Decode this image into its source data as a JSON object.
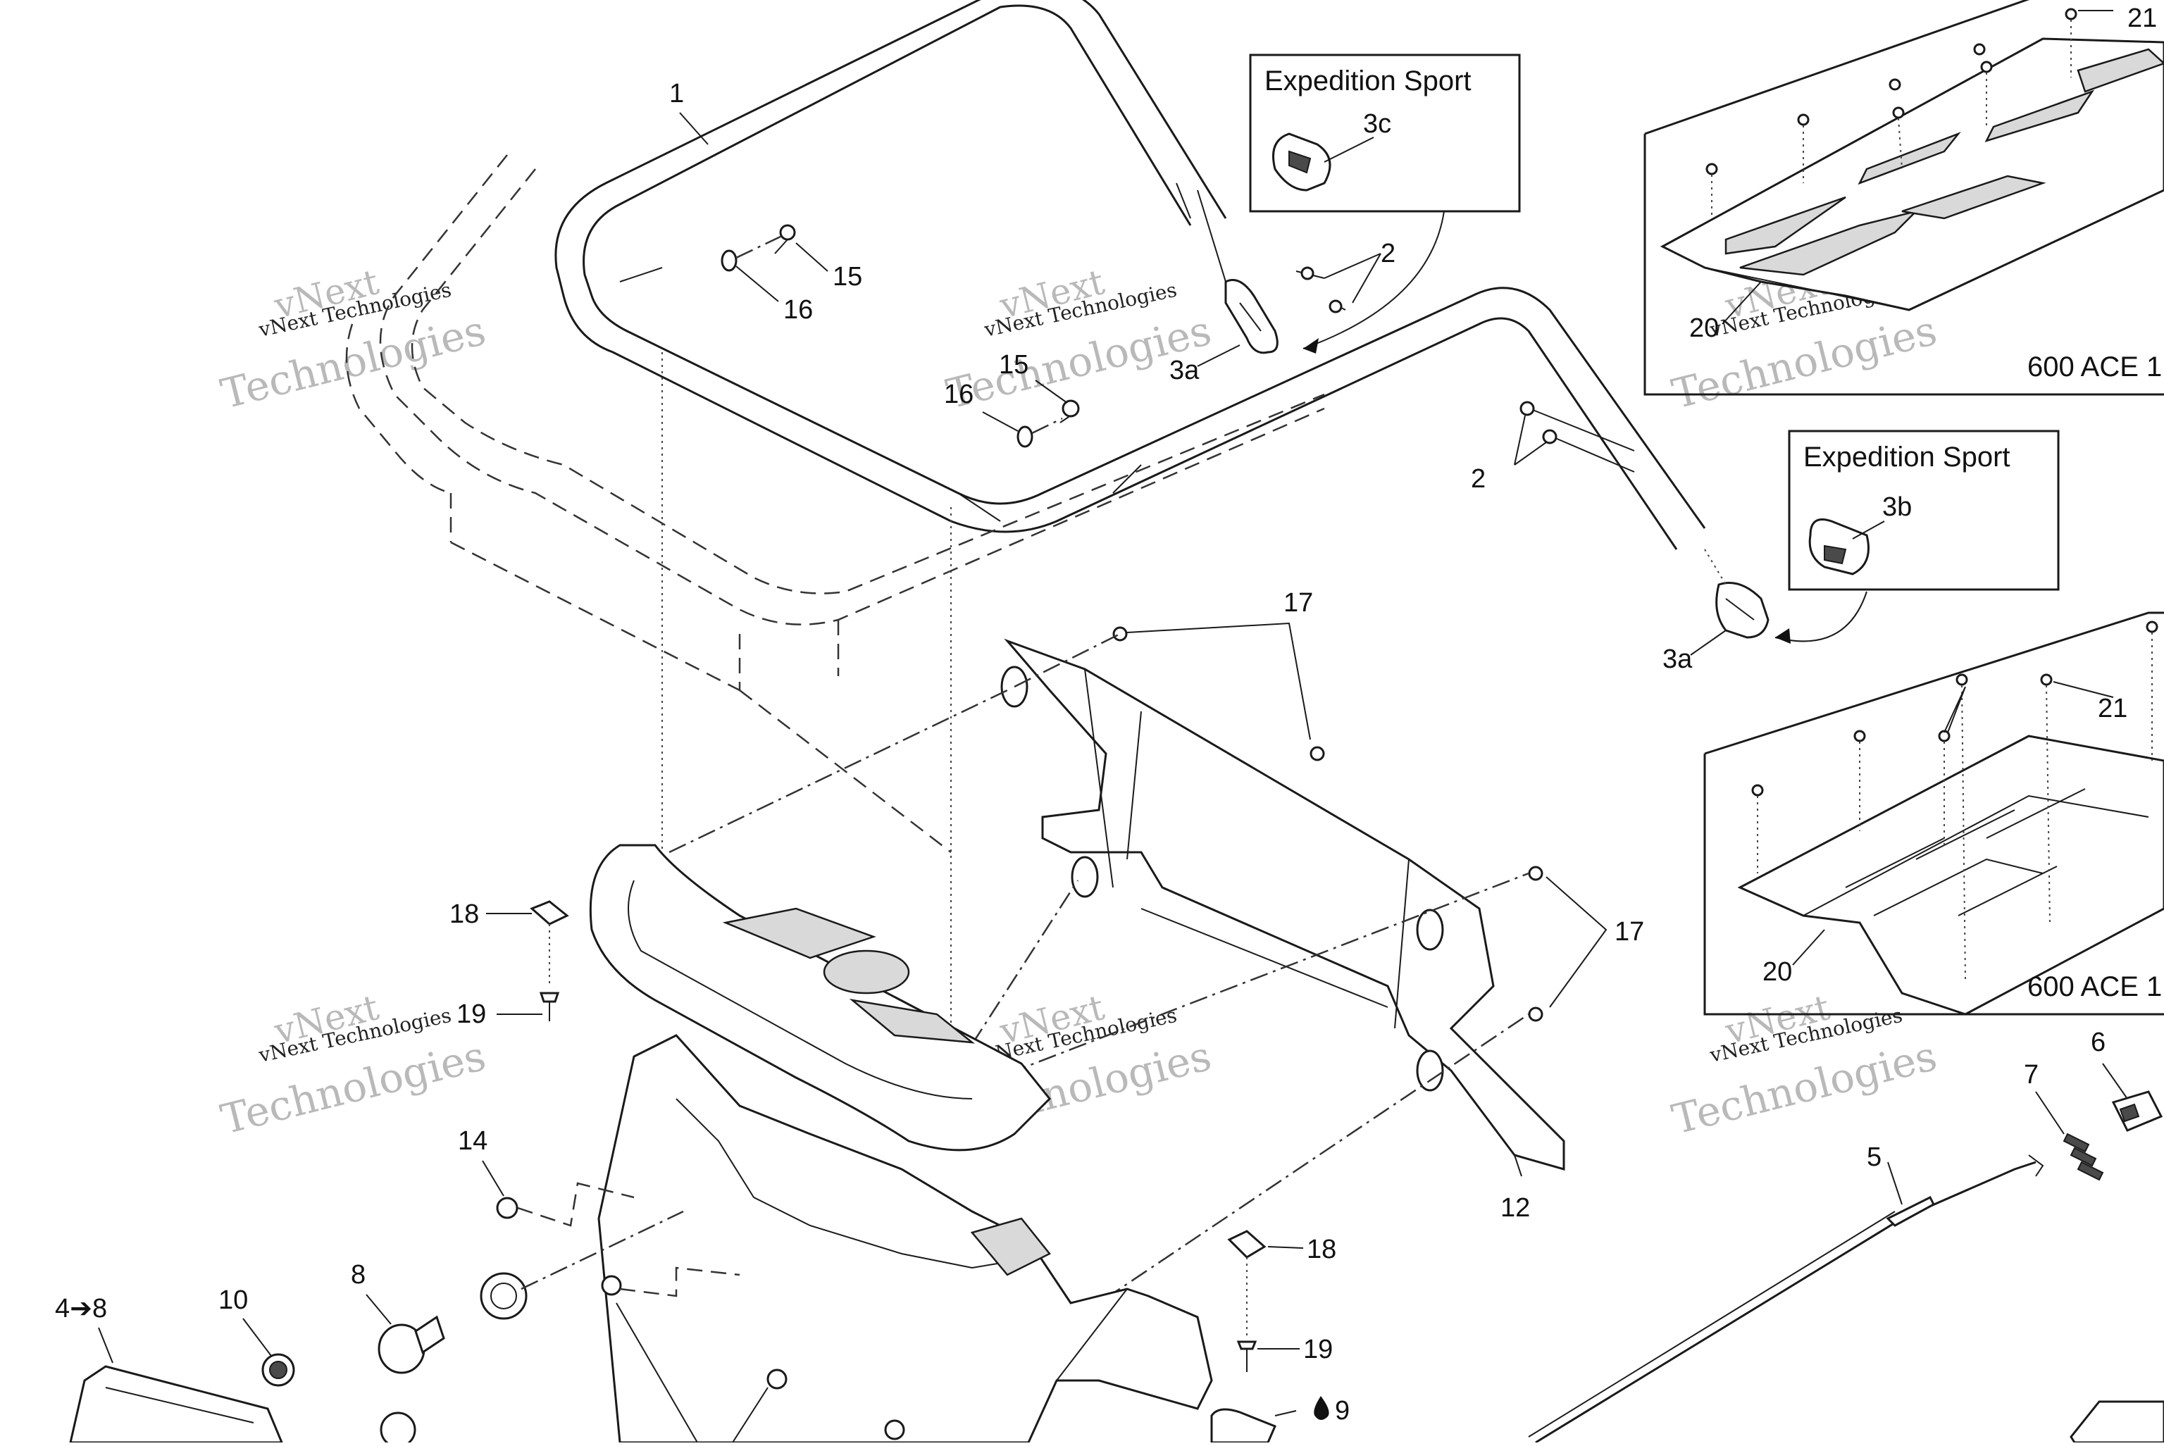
{
  "callouts": {
    "c1": "1",
    "c2a": "2",
    "c2b": "2",
    "c3a_1": "3a",
    "c3a_2": "3a",
    "c3b": "3b",
    "c3c": "3c",
    "c4to8": "4➔8",
    "c5": "5",
    "c6": "6",
    "c7": "7",
    "c8": "8",
    "c9": "9",
    "c10": "10",
    "c12": "12",
    "c14": "14",
    "c15a": "15",
    "c15b": "15",
    "c16a": "16",
    "c16b": "16",
    "c17a": "17",
    "c17b": "17",
    "c18a": "18",
    "c18b": "18",
    "c19a": "19",
    "c19b": "19",
    "c20a": "20",
    "c20b": "20",
    "c21a": "21",
    "c21b": "21"
  },
  "boxes": {
    "expedition_sport_top": "Expedition Sport",
    "expedition_sport_right": "Expedition Sport",
    "ace_top": "600 ACE 1",
    "ace_bottom": "600 ACE 1"
  },
  "watermark": {
    "line1": "vNext Technologies",
    "line2": "vNext",
    "line3": "Technologies"
  },
  "icons": {
    "arrow": "right-arrow-icon",
    "drop": "oil-drop-icon"
  }
}
